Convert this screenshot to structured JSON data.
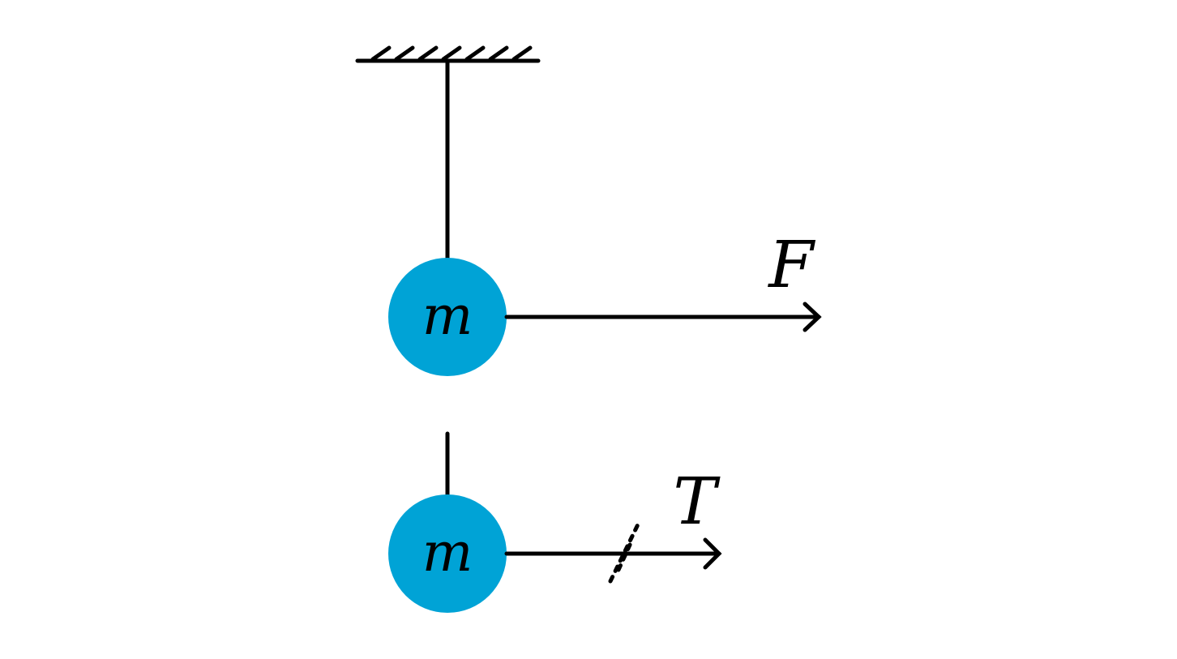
{
  "colors": {
    "mass": "#00a3d6",
    "stroke": "#000000",
    "background": "#ffffff"
  },
  "top_system": {
    "mass_label": "m",
    "force_label": "F"
  },
  "bottom_system": {
    "mass_label": "m",
    "force_label": "T"
  }
}
